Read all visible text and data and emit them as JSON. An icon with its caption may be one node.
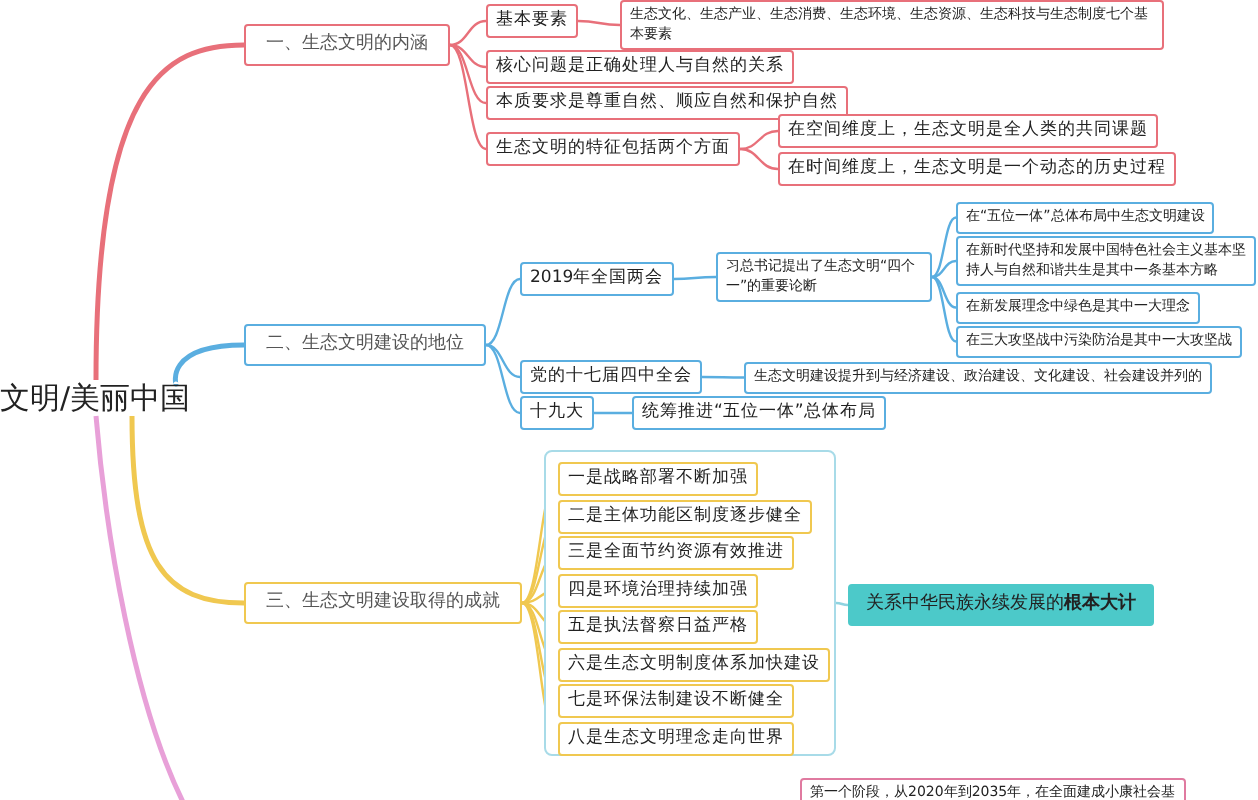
{
  "diagram": {
    "nodes": [
      {
        "text": [
          "文明/美丽中国"
        ]
      },
      {
        "text": [
          "一、生态文明的内涵"
        ]
      },
      {
        "text": [
          "基本要素"
        ]
      },
      {
        "text": [
          "生态文化、生态产业、生态消费、生态环境、生态资源、生态科技与生态制度七个基本要素"
        ]
      },
      {
        "text": [
          "核心问题是正确处理人与自然的关系"
        ]
      },
      {
        "text": [
          "本质要求是尊重自然、顺应自然和保护自然"
        ]
      },
      {
        "text": [
          "生态文明的特征包括两个方面"
        ]
      },
      {
        "text": [
          "在空间维度上，生态文明是全人类的共同课题"
        ]
      },
      {
        "text": [
          "在时间维度上，生态文明是一个动态的历史过程"
        ]
      },
      {
        "text": [
          "二、生态文明建设的地位"
        ]
      },
      {
        "text": [
          "2019年全国两会"
        ]
      },
      {
        "text": [
          "习总书记提出了生态文明“四个一”的重要论断"
        ]
      },
      {
        "text": [
          "在“五位一体”总体布局中生态文明建设"
        ]
      },
      {
        "text": [
          "在新时代坚持和发展中国特色社会主义基本坚持人与自然和谐共生是其中一条基本方略"
        ]
      },
      {
        "text": [
          "在新发展理念中绿色是其中一大理念"
        ]
      },
      {
        "text": [
          "在三大攻坚战中污染防治是其中一大攻坚战"
        ]
      },
      {
        "text": [
          "党的十七届四中全会"
        ]
      },
      {
        "text": [
          "生态文明建设提升到与经济建设、政治建设、文化建设、社会建设并列的"
        ]
      },
      {
        "text": [
          "十九大"
        ]
      },
      {
        "text": [
          "统筹推进“五位一体”总体布局"
        ]
      },
      {
        "text": [
          "三、生态文明建设取得的成就"
        ]
      },
      {
        "text": [],
        "shape": "box"
      },
      {
        "text": [
          "一是战略部署不断加强"
        ],
        "in": 21
      },
      {
        "text": [
          "二是主体功能区制度逐步健全"
        ],
        "in": 21
      },
      {
        "text": [
          "三是全面节约资源有效推进"
        ],
        "in": 21
      },
      {
        "text": [
          "四是环境治理持续加强"
        ],
        "in": 21
      },
      {
        "text": [
          "五是执法督察日益严格"
        ],
        "in": 21
      },
      {
        "text": [
          "六是生态文明制度体系加快建设"
        ],
        "in": 21
      },
      {
        "text": [
          "七是环保法制建设不断健全"
        ],
        "in": 21
      },
      {
        "text": [
          "八是生态文明理念走向世界"
        ],
        "in": 21
      },
      {
        "text": [
          "关系中华民族永续发展的**根本大计**"
        ]
      },
      {
        "text": [
          "第一个阶段，从2020年到2035年，在全面建成小康社会基"
        ]
      }
    ],
    "edges": [
      {
        "from": 0,
        "to": 1,
        "arrow": "none",
        "color": "#e8707a"
      },
      {
        "from": 1,
        "to": 2,
        "arrow": "none",
        "color": "#e8707a"
      },
      {
        "from": 2,
        "to": 3,
        "arrow": "none",
        "color": "#e8707a"
      },
      {
        "from": 1,
        "to": 4,
        "arrow": "none",
        "color": "#e8707a"
      },
      {
        "from": 1,
        "to": 5,
        "arrow": "none",
        "color": "#e8707a"
      },
      {
        "from": 1,
        "to": 6,
        "arrow": "none",
        "color": "#e8707a"
      },
      {
        "from": 6,
        "to": 7,
        "arrow": "none",
        "color": "#e8707a"
      },
      {
        "from": 6,
        "to": 8,
        "arrow": "none",
        "color": "#e8707a"
      },
      {
        "from": 0,
        "to": 9,
        "arrow": "none",
        "color": "#5aaee0"
      },
      {
        "from": 9,
        "to": 10,
        "arrow": "none",
        "color": "#5aaee0"
      },
      {
        "from": 10,
        "to": 11,
        "arrow": "none",
        "color": "#5aaee0"
      },
      {
        "from": 11,
        "to": 12,
        "arrow": "none",
        "color": "#5aaee0"
      },
      {
        "from": 11,
        "to": 13,
        "arrow": "none",
        "color": "#5aaee0"
      },
      {
        "from": 11,
        "to": 14,
        "arrow": "none",
        "color": "#5aaee0"
      },
      {
        "from": 11,
        "to": 15,
        "arrow": "none",
        "color": "#5aaee0"
      },
      {
        "from": 9,
        "to": 16,
        "arrow": "none",
        "color": "#5aaee0"
      },
      {
        "from": 16,
        "to": 17,
        "arrow": "none",
        "color": "#5aaee0"
      },
      {
        "from": 9,
        "to": 18,
        "arrow": "none",
        "color": "#5aaee0"
      },
      {
        "from": 18,
        "to": 19,
        "arrow": "none",
        "color": "#5aaee0"
      },
      {
        "from": 0,
        "to": 20,
        "arrow": "none",
        "color": "#f0c850"
      },
      {
        "from": 20,
        "to": 22,
        "arrow": "none",
        "color": "#f0c850"
      },
      {
        "from": 20,
        "to": 23,
        "arrow": "none",
        "color": "#f0c850"
      },
      {
        "from": 20,
        "to": 24,
        "arrow": "none",
        "color": "#f0c850"
      },
      {
        "from": 20,
        "to": 25,
        "arrow": "none",
        "color": "#f0c850"
      },
      {
        "from": 20,
        "to": 26,
        "arrow": "none",
        "color": "#f0c850"
      },
      {
        "from": 20,
        "to": 27,
        "arrow": "none",
        "color": "#f0c850"
      },
      {
        "from": 20,
        "to": 28,
        "arrow": "none",
        "color": "#f0c850"
      },
      {
        "from": 20,
        "to": 29,
        "arrow": "none",
        "color": "#f0c850"
      },
      {
        "from": 21,
        "to": 30,
        "arrow": "none",
        "color": "#8fd3e0"
      },
      {
        "from": 0,
        "to": null,
        "arrow": "none",
        "color": "#e8a0d8"
      }
    ]
  }
}
